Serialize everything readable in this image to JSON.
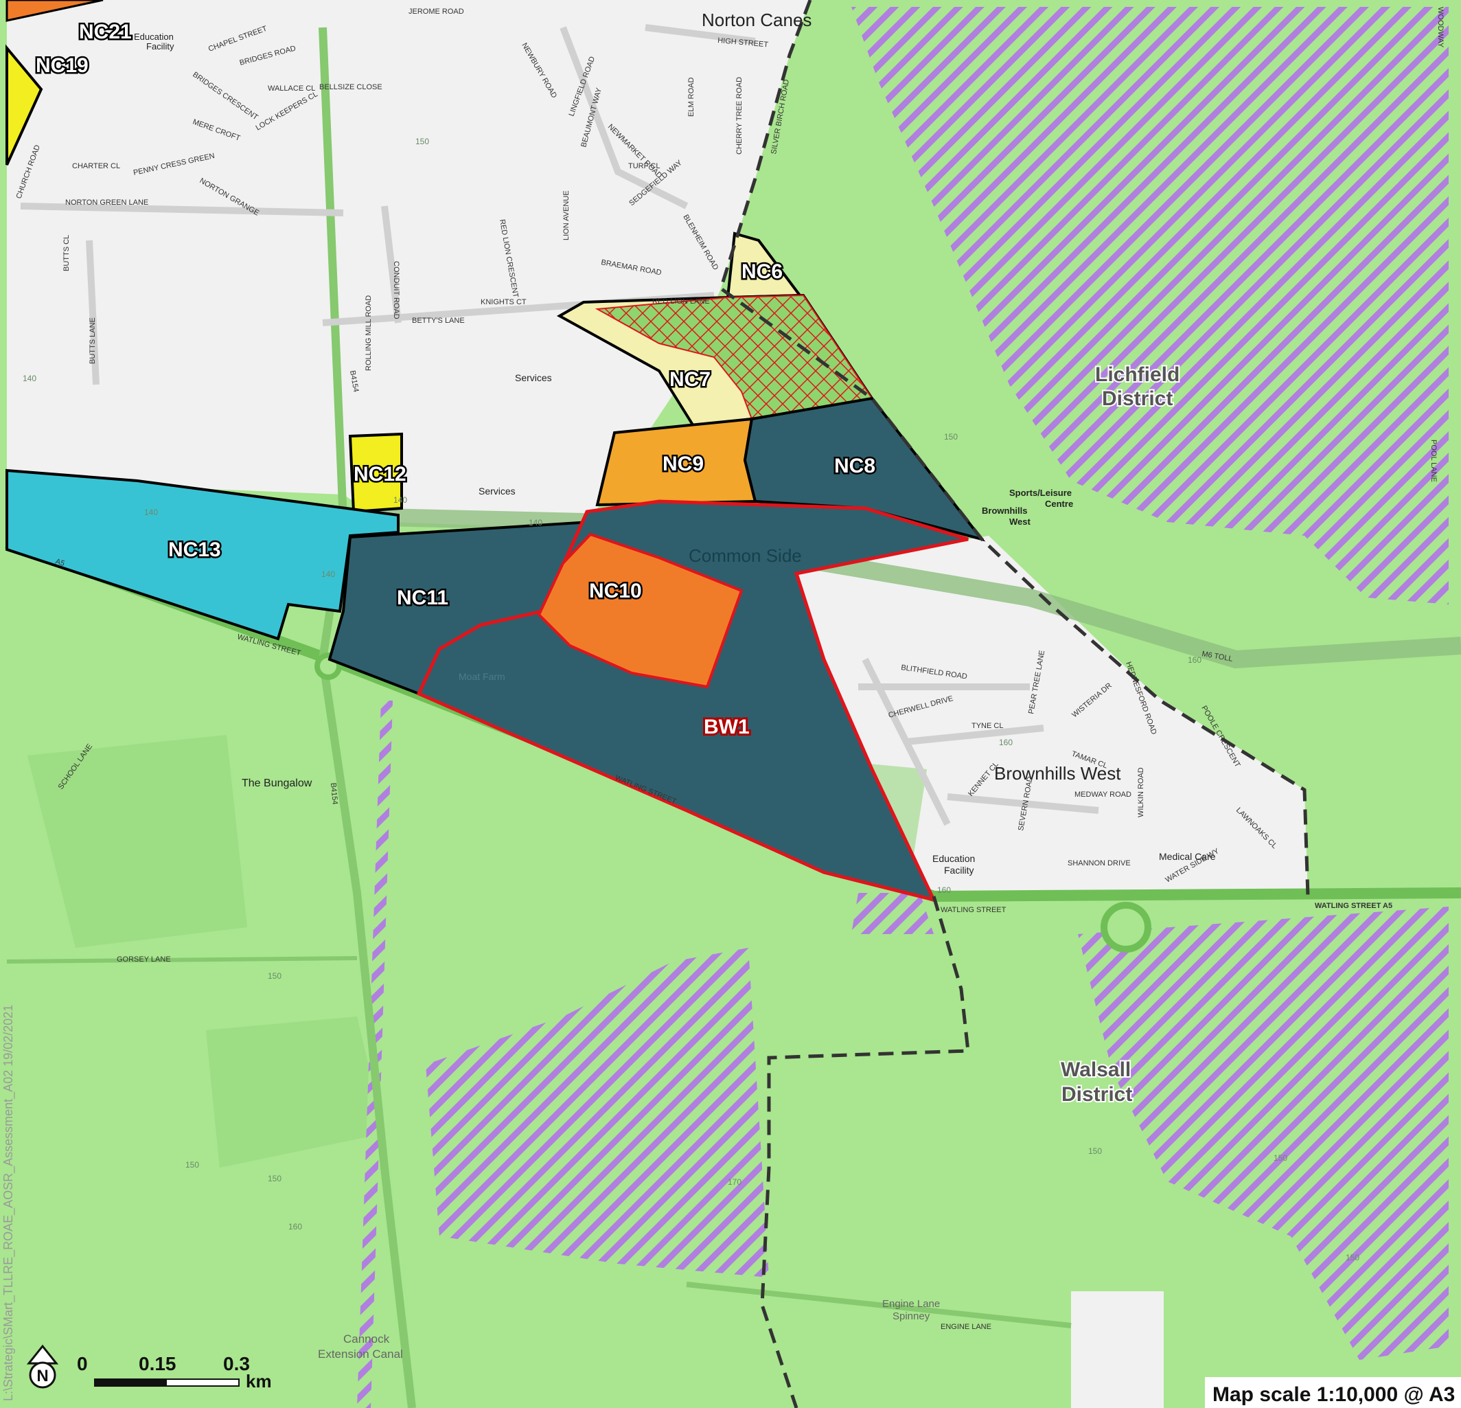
{
  "parcels": {
    "nc21": "NC21",
    "nc19": "NC19",
    "nc6": "NC6",
    "nc7": "NC7",
    "nc8": "NC8",
    "nc9": "NC9",
    "nc10": "NC10",
    "nc11": "NC11",
    "nc12": "NC12",
    "nc13": "NC13",
    "bw1": "BW1"
  },
  "places": {
    "norton_canes": "Norton Canes",
    "education_facility_1": "Education",
    "education_facility_1b": "Facility",
    "services_1": "Services",
    "services_2": "Services",
    "common_side": "Common Side",
    "moat_farm": "Moat Farm",
    "the_bungalow": "The Bungalow",
    "brownhills_west": "Brownhills West",
    "brownhills_west_small": "Brownhills",
    "brownhills_west_small_b": "West",
    "sports_leisure": "Sports/Leisure",
    "sports_leisure_b": "Centre",
    "education_facility_2": "Education",
    "education_facility_2b": "Facility",
    "medical_care": "Medical Care",
    "engine_lane_spinney": "Engine Lane",
    "engine_lane_spinney_b": "Spinney",
    "cannock_canal": "Cannock",
    "cannock_canal_b": "Extension Canal"
  },
  "districts": {
    "lichfield_1": "Lichfield",
    "lichfield_2": "District",
    "walsall_1": "Walsall",
    "walsall_2": "District"
  },
  "roads": {
    "jerome_road": "JEROME ROAD",
    "high_street": "HIGH STREET",
    "chapel_street": "CHAPEL STREET",
    "bridges_road": "BRIDGES ROAD",
    "bridges_crescent": "BRIDGES CRESCENT",
    "wallace_cl": "WALLACE CL",
    "bellsize_close": "BELLSIZE CLOSE",
    "mere_croft": "MERE CROFT",
    "lock_keepers_cl": "LOCK KEEPERS CL",
    "charter_cl": "CHARTER CL",
    "penny_cress_green": "PENNY CRESS GREEN",
    "norton_grange": "NORTON GRANGE",
    "norton_green_lane": "NORTON GREEN LANE",
    "church_road": "CHURCH ROAD",
    "butts_cl": "BUTTS CL",
    "butts_lane": "BUTTS LANE",
    "conduit_road": "CONDUIT ROAD",
    "newbury_road": "NEWBURY ROAD",
    "lingfield_road": "LINGFIELD ROAD",
    "beaumont_way": "BEAUMONT WAY",
    "newmarket_road": "NEWMARKET ROAD",
    "turf_cl": "TURF CL",
    "sedgefield_way": "SEDGEFIELD WAY",
    "elm_road": "ELM ROAD",
    "cherry_tree_road": "CHERRY TREE ROAD",
    "silver_birch_road": "SILVER BIRCH ROAD",
    "blenheim_road": "BLENHEIM ROAD",
    "red_lion_crescent": "RED LION CRESCENT",
    "lion_avenue": "LION AVENUE",
    "braemar_road": "BRAEMAR ROAD",
    "red_lion_lane": "RED LION LANE",
    "knights_ct": "KNIGHTS CT",
    "bettys_lane": "BETTY'S LANE",
    "rolling_mill_road": "ROLLING MILL ROAD",
    "b4154": "B4154",
    "watling_street_1": "WATLING STREET",
    "watling_street_2": "WATLING STREET",
    "watling_street_3": "WATLING STREET",
    "watling_street_a5": "WATLING STREET  A5",
    "a5": "A5",
    "m6_toll": "M6 TOLL",
    "blithfield_road": "BLITHFIELD ROAD",
    "cherwell_drive": "CHERWELL DRIVE",
    "tyne_cl": "TYNE CL",
    "pear_tree_lane": "PEAR TREE LANE",
    "wisteria_dr": "WISTERIA DR",
    "hednesford_road": "HEDNESFORD ROAD",
    "tamar_cl": "TAMAR CL",
    "kennet_cl": "KENNET CL",
    "severn_road": "SEVERN ROAD",
    "medway_road": "MEDWAY ROAD",
    "wilkin_road": "WILKIN ROAD",
    "shannon_drive": "SHANNON DRIVE",
    "water_side_wy": "WATER SIDE WY",
    "lawnoaks_cl": "LAWNOAKS CL",
    "poole_crescent": "POOLE CRESCENT",
    "pool_lane": "POOL LANE",
    "school_lane": "SCHOOL LANE",
    "gorsey_lane": "GORSEY LANE",
    "engine_lane": "ENGINE LANE",
    "b4154_2": "B4154",
    "woodway": "WOODWAY"
  },
  "contours": [
    "150",
    "140",
    "140",
    "140",
    "140",
    "150",
    "150",
    "160",
    "150",
    "150",
    "160",
    "160",
    "170",
    "150",
    "150",
    "160",
    "150",
    "140"
  ],
  "scale_bar": {
    "tick_0": "0",
    "tick_1": "0.15",
    "tick_2": "0.3",
    "unit": "km",
    "map_scale": "Map scale 1:10,000 @ A3"
  },
  "north_arrow": {
    "letter": "N"
  },
  "side_note": "L:\\Strategic\\SMart_TLLRE_ROAE_AOSR_Assessment_A02 19/02/2021",
  "colors": {
    "green_belt": "#a9e68f",
    "urban": "#f1f1f1",
    "dark_teal": "#2f5f6c",
    "orange_dark": "#f07c2a",
    "orange_light": "#f2a62c",
    "yellow": "#f2ee1f",
    "cream": "#f3f0b0",
    "cyan": "#38c3d4",
    "hatch_purple": "#b07fe0",
    "boundary_red": "#e0141b"
  }
}
